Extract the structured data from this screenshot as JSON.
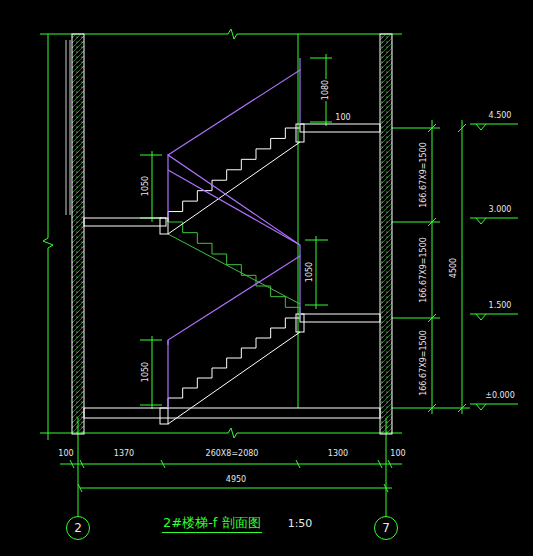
{
  "diagram": {
    "title": "2#楼梯-f 剖面图",
    "nodes": [
      {
        "text": [
          "2"
        ]
      },
      {
        "text": [
          "7"
        ]
      }
    ],
    "labels": [
      "1080",
      "100",
      "4.500",
      "3.000",
      "1.500",
      "±0.000",
      "166.67X9=1500",
      "166.67X9=1500",
      "166.67X9=1500",
      "4500",
      "1050",
      "1050",
      "1050",
      "100",
      "1370",
      "260X8=2080",
      "1300",
      "100",
      "4950",
      "1:50"
    ]
  }
}
